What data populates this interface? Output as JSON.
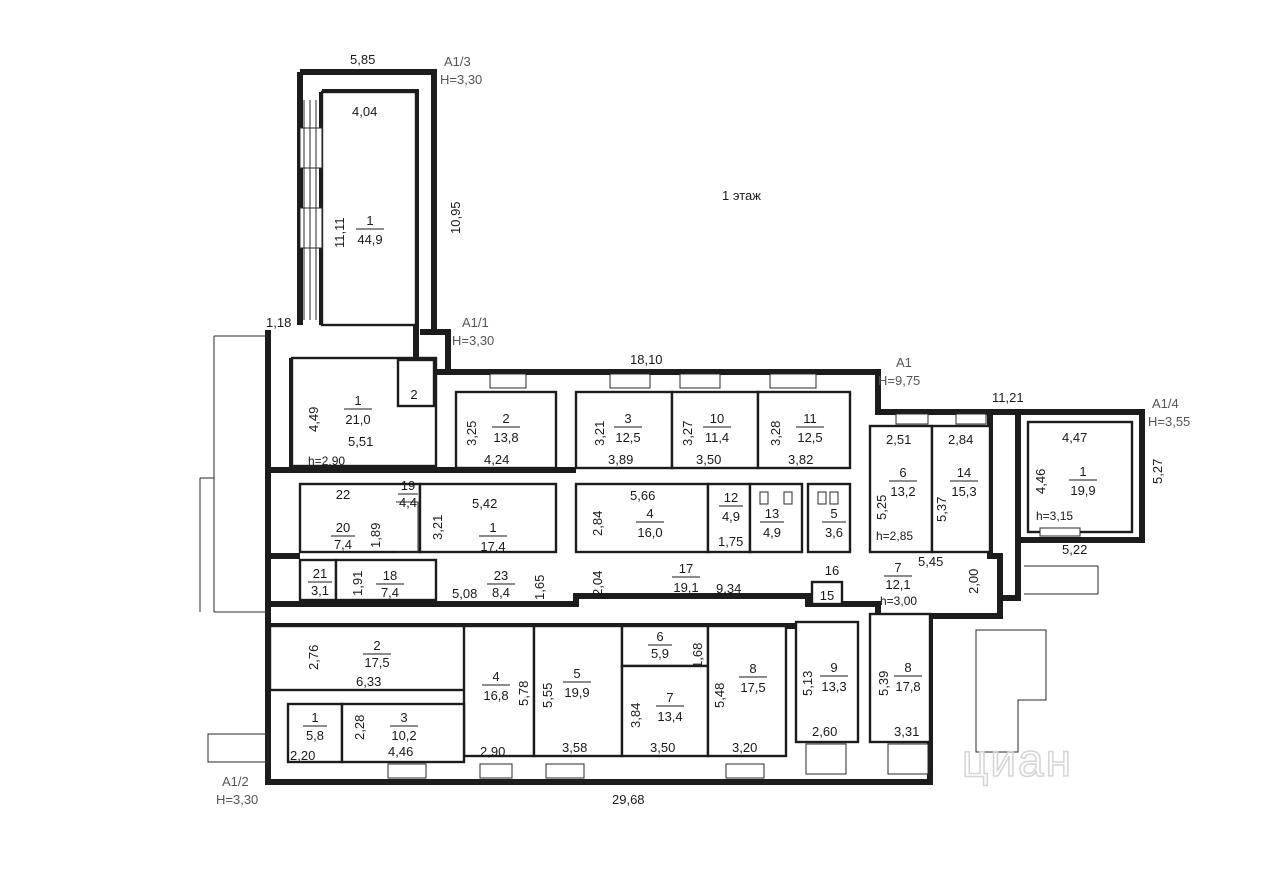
{
  "floor_title": "1 этаж",
  "watermark": "циан",
  "sections": [
    {
      "id": "A1/3",
      "height": "H=3,30"
    },
    {
      "id": "A1/1",
      "height": "H=3,30"
    },
    {
      "id": "A1",
      "height": "H=9,75"
    },
    {
      "id": "A1/4",
      "height": "H=3,55"
    },
    {
      "id": "A1/2",
      "height": "H=3,30"
    }
  ],
  "rooms": [
    {
      "num": "1",
      "area": "44,9"
    },
    {
      "num": "1",
      "area": "21,0"
    },
    {
      "num": "2",
      "area": ""
    },
    {
      "num": "2",
      "area": "13,8"
    },
    {
      "num": "3",
      "area": "12,5"
    },
    {
      "num": "10",
      "area": "11,4"
    },
    {
      "num": "11",
      "area": "12,5"
    },
    {
      "num": "6",
      "area": "13,2"
    },
    {
      "num": "14",
      "area": "15,3"
    },
    {
      "num": "1",
      "area": "19,9"
    },
    {
      "num": "22",
      "area": ""
    },
    {
      "num": "19",
      "area": "4,4"
    },
    {
      "num": "20",
      "area": "7,4"
    },
    {
      "num": "1",
      "area": "17,4"
    },
    {
      "num": "4",
      "area": "16,0"
    },
    {
      "num": "12",
      "area": "4,9"
    },
    {
      "num": "13",
      "area": "4,9"
    },
    {
      "num": "5",
      "area": "3,6"
    },
    {
      "num": "21",
      "area": "3,1"
    },
    {
      "num": "18",
      "area": "7,4"
    },
    {
      "num": "23",
      "area": "8,4"
    },
    {
      "num": "17",
      "area": "19,1"
    },
    {
      "num": "16",
      "area": ""
    },
    {
      "num": "15",
      "area": ""
    },
    {
      "num": "7",
      "area": "12,1"
    },
    {
      "num": "2",
      "area": "17,5"
    },
    {
      "num": "4",
      "area": "16,8"
    },
    {
      "num": "5",
      "area": "19,9"
    },
    {
      "num": "6",
      "area": "5,9"
    },
    {
      "num": "7",
      "area": "13,4"
    },
    {
      "num": "8",
      "area": "17,5"
    },
    {
      "num": "9",
      "area": "13,3"
    },
    {
      "num": "8",
      "area": "17,8"
    },
    {
      "num": "1",
      "area": "5,8"
    },
    {
      "num": "3",
      "area": "10,2"
    }
  ],
  "dimensions": [
    "5,85",
    "4,04",
    "11,11",
    "10,95",
    "1,18",
    "18,10",
    "11,21",
    "4,49",
    "5,51",
    "3,25",
    "4,24",
    "3,21",
    "3,89",
    "3,27",
    "3,50",
    "3,28",
    "3,82",
    "2,51",
    "2,84",
    "5,25",
    "5,37",
    "4,47",
    "4,46",
    "5,27",
    "5,22",
    "5,42",
    "3,21",
    "1,89",
    "5,66",
    "2,84",
    "1,75",
    "1,91",
    "5,08",
    "1,65",
    "2,04",
    "9,34",
    "5,45",
    "2,00",
    "2,76",
    "6,33",
    "5,78",
    "5,55",
    "1,68",
    "5,48",
    "5,13",
    "5,39",
    "3,84",
    "2,28",
    "4,46",
    "2,20",
    "2,90",
    "3,58",
    "3,50",
    "3,20",
    "2,60",
    "3,31",
    "29,68"
  ],
  "ceiling_heights": [
    "h=2,90",
    "h=2,85",
    "h=3,00",
    "h=3,15"
  ]
}
